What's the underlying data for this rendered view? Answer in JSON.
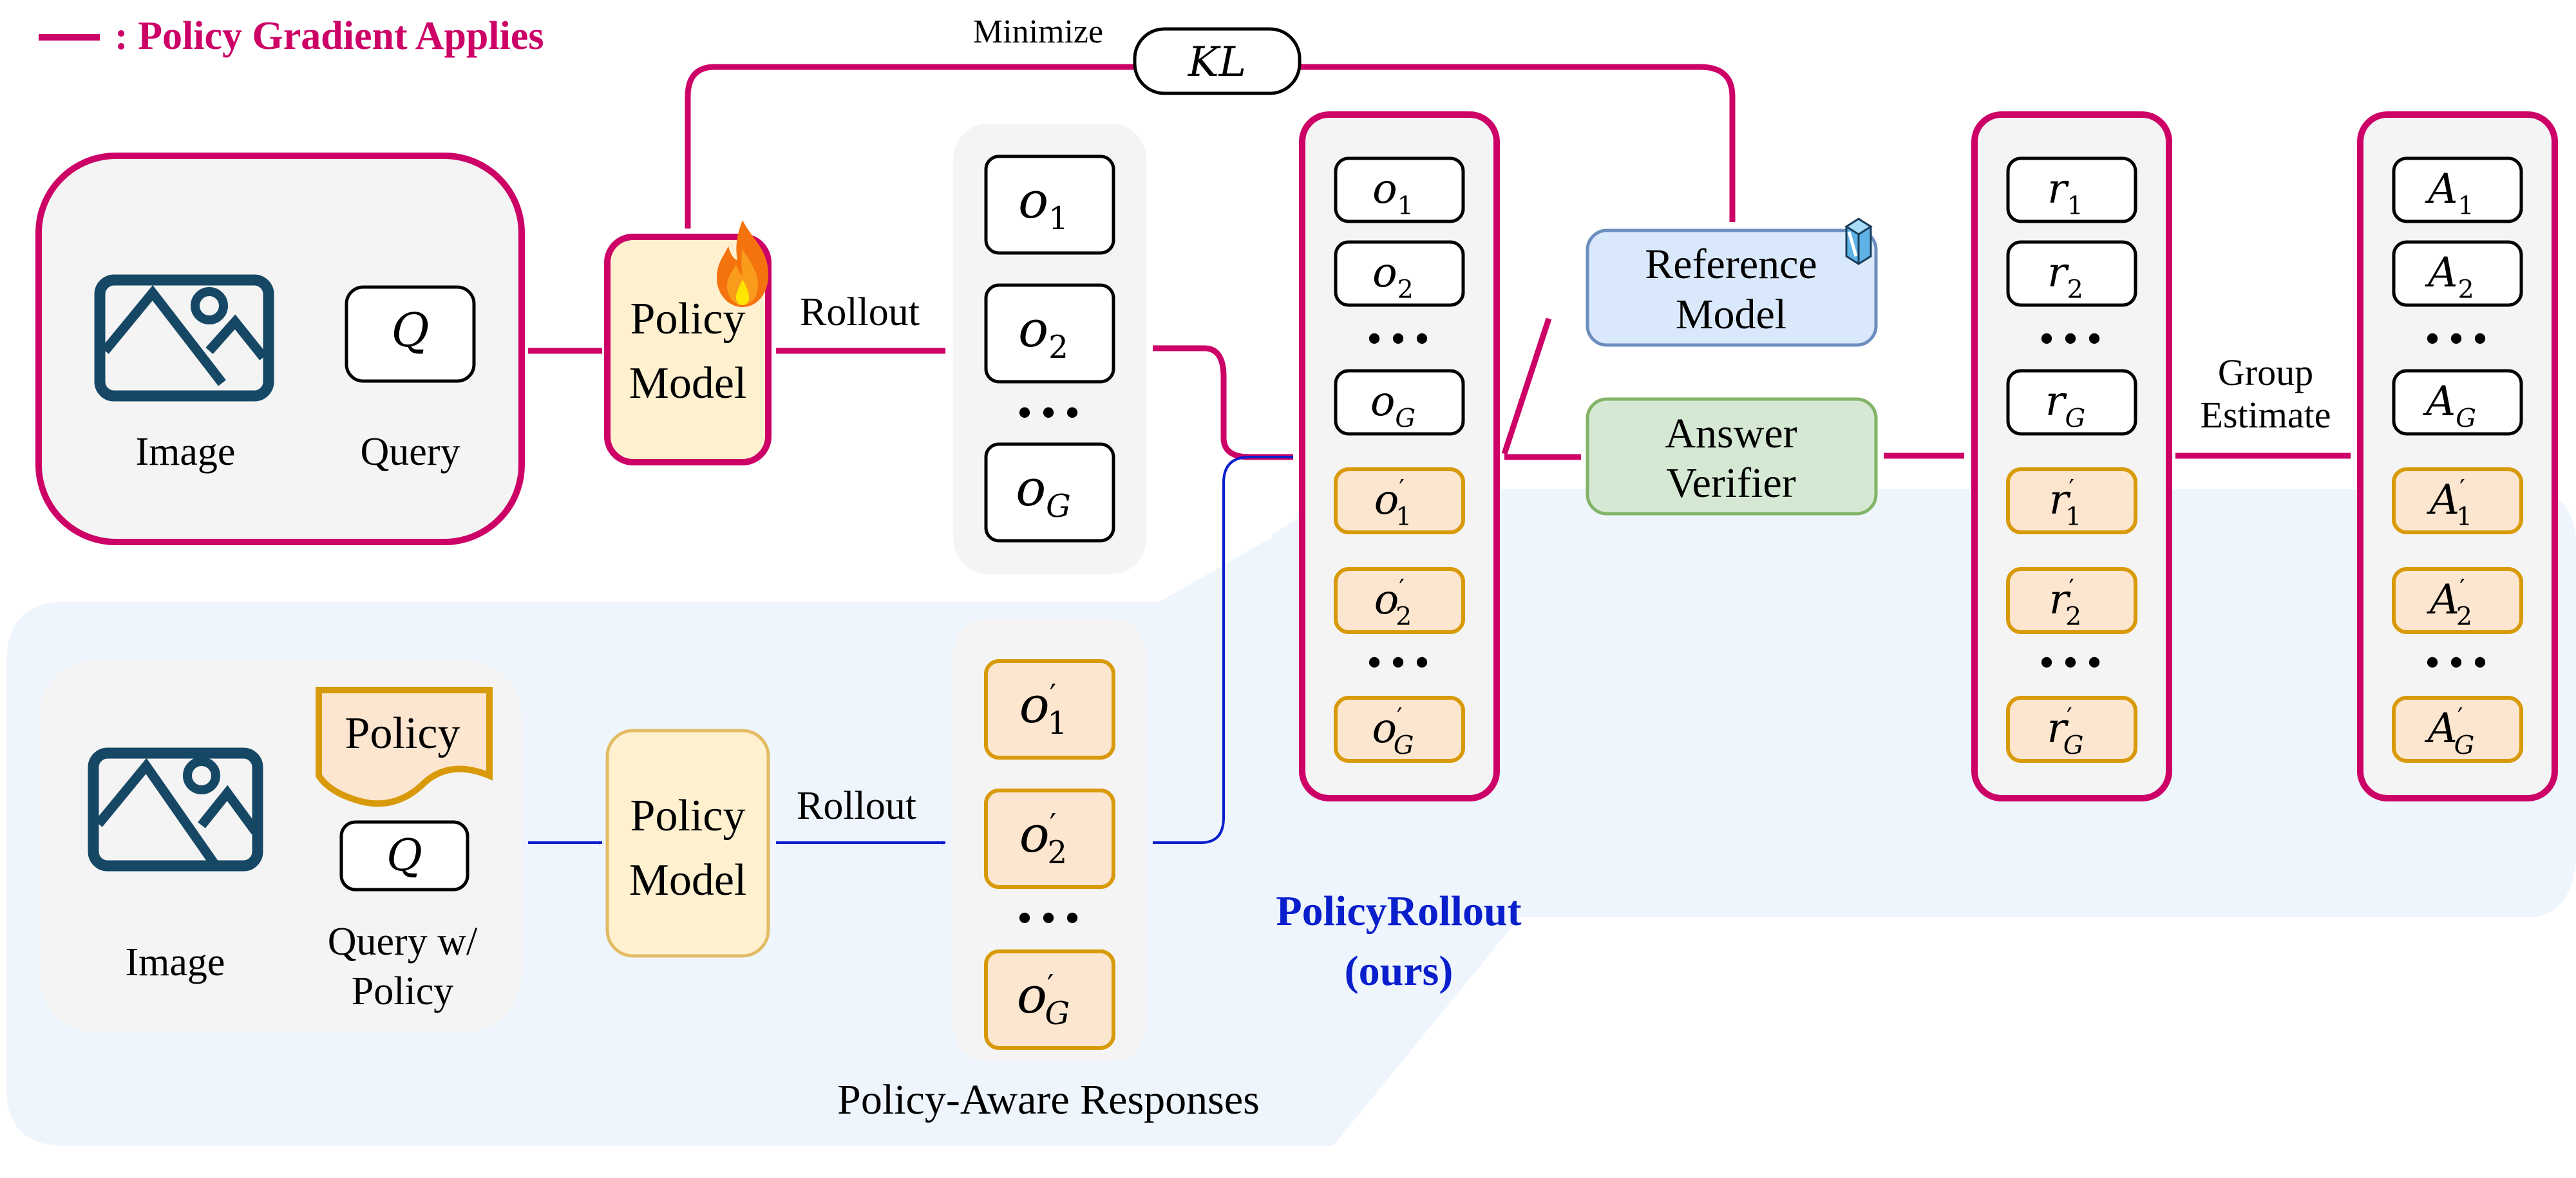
{
  "legend": {
    "line_label": ": Policy Gradient Applies",
    "color": "#cc0066"
  },
  "colors": {
    "magenta": "#cc0066",
    "blue_arrow": "#0a1fcc",
    "policyrollout_text": "#0a1fcc",
    "light_blue_region": "#eef5fd",
    "panel_gray": "#f4f4f4",
    "policy_model_fill": "#fff0cf",
    "policy_model_border_light": "#e2bb63",
    "orange_fill": "#fde6cf",
    "orange_border": "#d99a0a",
    "reference_fill": "#dae8fb",
    "reference_border": "#6c8ebf",
    "verifier_fill": "#d5e8d4",
    "verifier_border": "#82b366",
    "image_icon": "#164866"
  },
  "top_input": {
    "image_label": "Image",
    "query_symbol": "Q",
    "query_label": "Query"
  },
  "policy_model_top": {
    "line1": "Policy",
    "line2": "Model",
    "badge_icon": "fire-icon"
  },
  "rollout_top_label": "Rollout",
  "kl": {
    "minimize_label": "Minimize",
    "symbol": "KL"
  },
  "top_outputs": [
    {
      "base": "o",
      "sub": "1",
      "prime": false
    },
    {
      "base": "o",
      "sub": "2",
      "prime": false
    },
    {
      "ellipsis": "•••"
    },
    {
      "base": "o",
      "sub": "G",
      "prime": false
    }
  ],
  "gathered_outputs": [
    {
      "base": "o",
      "sub": "1",
      "prime": false
    },
    {
      "base": "o",
      "sub": "2",
      "prime": false
    },
    {
      "ellipsis": "•••"
    },
    {
      "base": "o",
      "sub": "G",
      "prime": false
    },
    {
      "base": "o",
      "sub": "1",
      "prime": true
    },
    {
      "base": "o",
      "sub": "2",
      "prime": true
    },
    {
      "ellipsis": "•••"
    },
    {
      "base": "o",
      "sub": "G",
      "prime": true
    }
  ],
  "reference_model": {
    "line1": "Reference",
    "line2": "Model",
    "badge_icon": "ice-cube-icon"
  },
  "answer_verifier": {
    "line1": "Answer",
    "line2": "Verifier"
  },
  "rewards": [
    {
      "base": "r",
      "sub": "1",
      "prime": false
    },
    {
      "base": "r",
      "sub": "2",
      "prime": false
    },
    {
      "ellipsis": "•••"
    },
    {
      "base": "r",
      "sub": "G",
      "prime": false
    },
    {
      "base": "r",
      "sub": "1",
      "prime": true
    },
    {
      "base": "r",
      "sub": "2",
      "prime": true
    },
    {
      "ellipsis": "•••"
    },
    {
      "base": "r",
      "sub": "G",
      "prime": true
    }
  ],
  "group_estimate": {
    "line1": "Group",
    "line2": "Estimate"
  },
  "advantages": [
    {
      "base": "A",
      "sub": "1",
      "prime": false
    },
    {
      "base": "A",
      "sub": "2",
      "prime": false
    },
    {
      "ellipsis": "•••"
    },
    {
      "base": "A",
      "sub": "G",
      "prime": false
    },
    {
      "base": "A",
      "sub": "1",
      "prime": true
    },
    {
      "base": "A",
      "sub": "2",
      "prime": true
    },
    {
      "ellipsis": "•••"
    },
    {
      "base": "A",
      "sub": "G",
      "prime": true
    }
  ],
  "bottom_input": {
    "image_label": "Image",
    "policy_doc_label": "Policy",
    "query_symbol": "Q",
    "query_label_line1": "Query w/",
    "query_label_line2": "Policy"
  },
  "policy_model_bottom": {
    "line1": "Policy",
    "line2": "Model"
  },
  "rollout_bottom_label": "Rollout",
  "bottom_outputs": [
    {
      "base": "o",
      "sub": "1",
      "prime": true
    },
    {
      "base": "o",
      "sub": "2",
      "prime": true
    },
    {
      "ellipsis": "•••"
    },
    {
      "base": "o",
      "sub": "G",
      "prime": true
    }
  ],
  "policy_aware_label": "Policy-Aware Responses",
  "policyrollout": {
    "line1": "PolicyRollout",
    "line2": "(ours)"
  }
}
